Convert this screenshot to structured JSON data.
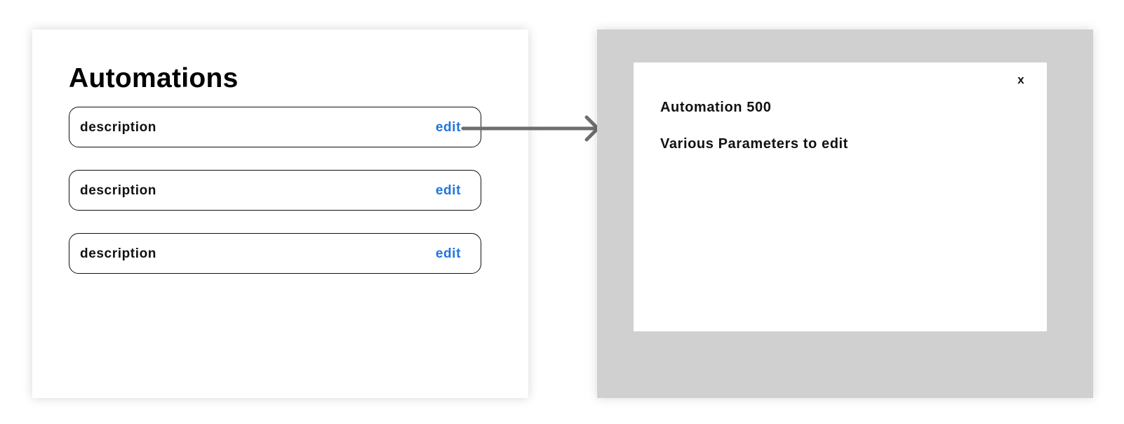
{
  "automations_panel": {
    "title": "Automations",
    "items": [
      {
        "description": "description",
        "edit_label": "edit"
      },
      {
        "description": "description",
        "edit_label": "edit"
      },
      {
        "description": "description",
        "edit_label": "edit"
      }
    ]
  },
  "connector": {
    "icon": "arrow-right-icon",
    "color": "#6e6e6e"
  },
  "edit_modal": {
    "close_label": "x",
    "title": "Automation 500",
    "body": "Various Parameters to edit"
  },
  "colors": {
    "link": "#1f75e0",
    "overlay": "#d0d0d0",
    "text": "#111111"
  }
}
